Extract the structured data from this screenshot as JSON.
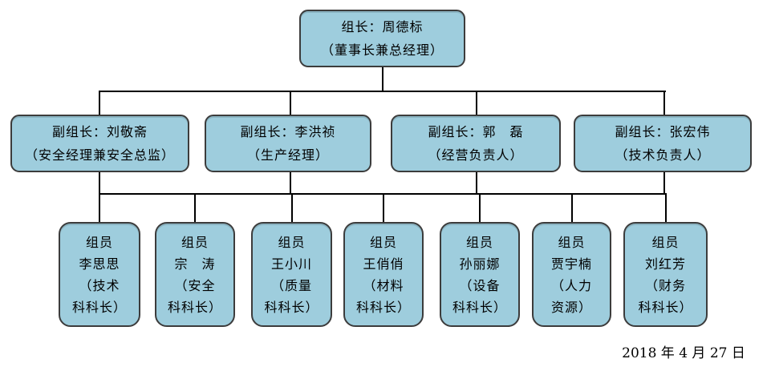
{
  "org_chart": {
    "leader": {
      "line1": "组长：周德标",
      "line2": "（董事长兼总经理）"
    },
    "deputies": [
      {
        "line1": "副组长：刘敬斋",
        "line2": "（安全经理兼安全总监）"
      },
      {
        "line1": "副组长：李洪祯",
        "line2": "（生产经理）"
      },
      {
        "line1": "副组长：郭　磊",
        "line2": "（经营负责人）"
      },
      {
        "line1": "副组长：张宏伟",
        "line2": "（技术负责人）"
      }
    ],
    "members": [
      {
        "line1": "组员",
        "line2": "李思思",
        "line3": "（技术",
        "line4": "科科长）"
      },
      {
        "line1": "组员",
        "line2": "宗　涛",
        "line3": "（安全",
        "line4": "科科长）"
      },
      {
        "line1": "组员",
        "line2": "王小川",
        "line3": "（质量",
        "line4": "科科长）"
      },
      {
        "line1": "组员",
        "line2": "王俏俏",
        "line3": "（材料",
        "line4": "科科长）"
      },
      {
        "line1": "组员",
        "line2": "孙丽娜",
        "line3": "（设备",
        "line4": "科科长）"
      },
      {
        "line1": "组员",
        "line2": "贾宇楠",
        "line3": "（人力",
        "line4": "资源）"
      },
      {
        "line1": "组员",
        "line2": "刘红芳",
        "line3": "（财务",
        "line4": "科科长）"
      }
    ],
    "date": "2018 年 4 月 27 日",
    "colors": {
      "box_fill": "#9ecddd",
      "box_border": "#3c3c3c",
      "connector": "#000000",
      "background": "#ffffff"
    }
  }
}
